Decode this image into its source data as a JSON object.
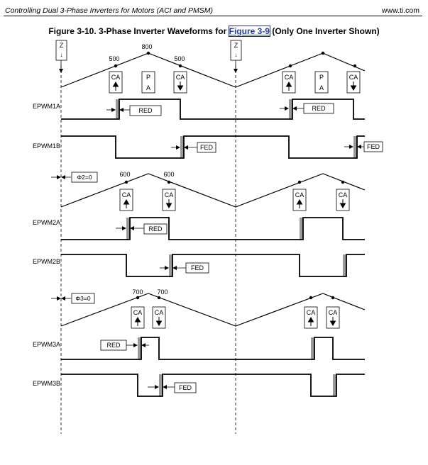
{
  "header": {
    "doc_title": "Controlling Dual 3-Phase Inverters for Motors (ACI and PMSM)",
    "website": "www.ti.com"
  },
  "figure": {
    "title_prefix": "Figure 3-10. 3-Phase Inverter Waveforms for ",
    "title_link": "Figure 3-9",
    "title_suffix": " (Only One Inverter Shown)"
  },
  "labels": {
    "z_box": "Z",
    "z_arrow": "↓",
    "ca": "CA",
    "pa_p": "P",
    "pa_a": "A",
    "red": "RED",
    "fed": "FED"
  },
  "group1": {
    "val_cmp_left": "500",
    "val_period": "800",
    "val_cmp_right": "500",
    "sig_a": "EPWM1A",
    "sig_b": "EPWM1B"
  },
  "group2": {
    "phase": "Φ2=0",
    "val_cmp_left": "600",
    "val_cmp_right": "600",
    "sig_a": "EPWM2A",
    "sig_b": "EPWM2B"
  },
  "group3": {
    "phase": "Φ3=0",
    "val_cmp_left": "700",
    "val_cmp_right": "700",
    "sig_a": "EPWM3A",
    "sig_b": "EPWM3B"
  }
}
